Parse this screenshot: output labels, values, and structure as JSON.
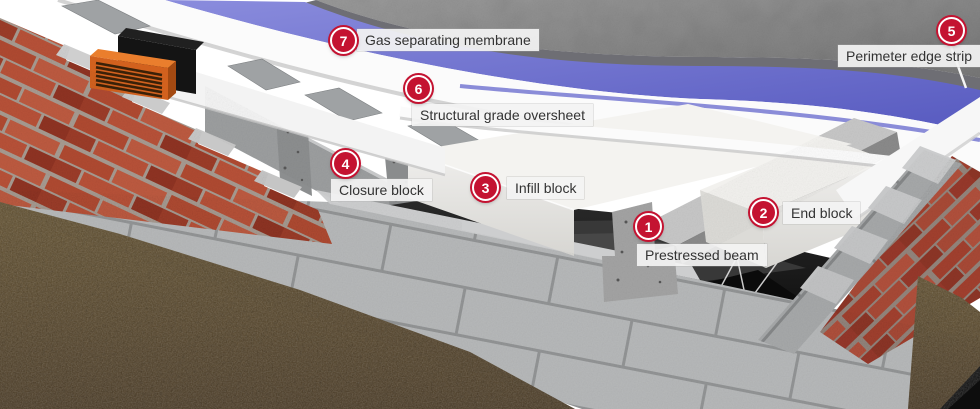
{
  "figure": {
    "description": "Cutaway 3D diagram of a beam and block floor construction system"
  },
  "callouts": [
    {
      "number": "1",
      "label": "Prestressed beam"
    },
    {
      "number": "2",
      "label": "End block"
    },
    {
      "number": "3",
      "label": "Infill block"
    },
    {
      "number": "4",
      "label": "Closure block"
    },
    {
      "number": "5",
      "label": "Perimeter edge strip"
    },
    {
      "number": "6",
      "label": "Structural grade oversheet"
    },
    {
      "number": "7",
      "label": "Gas separating membrane"
    }
  ],
  "colors": {
    "callout_red": "#c41331",
    "label_bg": "#f3f3f3",
    "label_text": "#333333",
    "membrane_purple": "#7072d2",
    "oversheet_white": "#fbfbfb",
    "eps_white": "#f2f1ee",
    "concrete_gray": "#9b9da0",
    "slab_gray": "#8b8b8b",
    "brick_red": "#b04a31",
    "soil_brown": "#57452c",
    "dpm_black": "#161616",
    "vent_orange": "#d2611e"
  }
}
